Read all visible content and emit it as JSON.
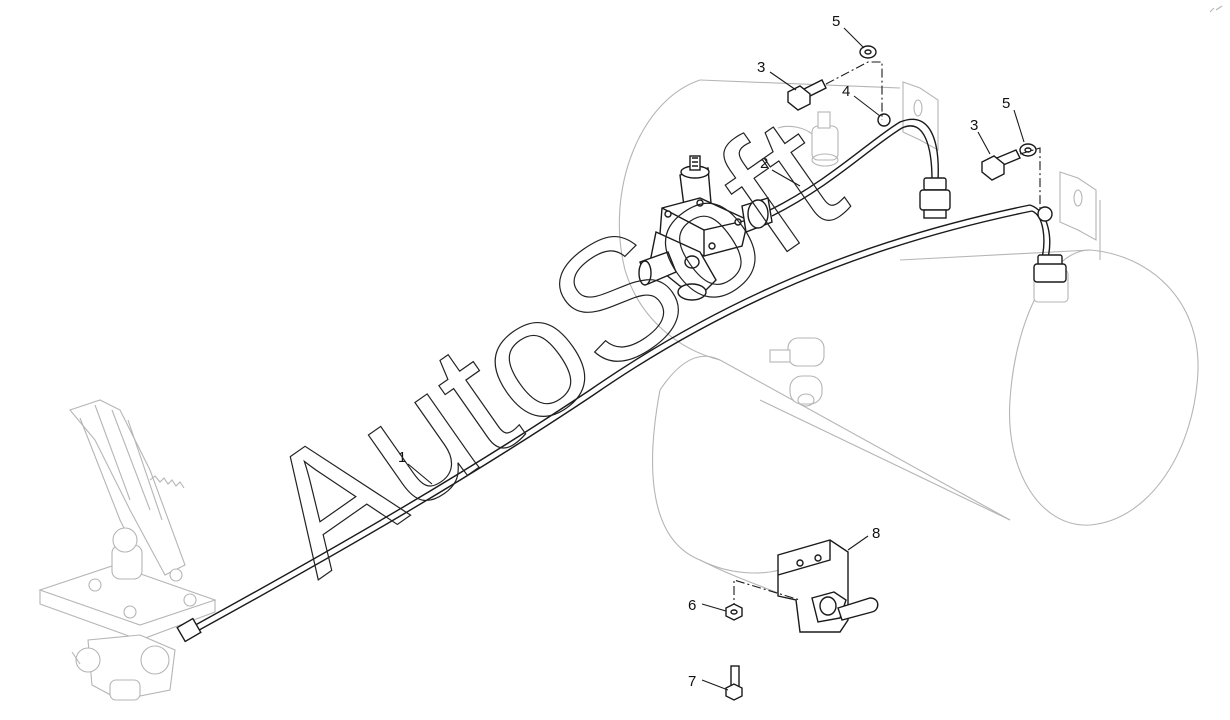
{
  "diagram": {
    "callouts": [
      {
        "id": "c1",
        "label": "1"
      },
      {
        "id": "c2",
        "label": "2"
      },
      {
        "id": "c3a",
        "label": "3"
      },
      {
        "id": "c3b",
        "label": "3"
      },
      {
        "id": "c4",
        "label": "4"
      },
      {
        "id": "c5a",
        "label": "5"
      },
      {
        "id": "c5b",
        "label": "5"
      },
      {
        "id": "c6",
        "label": "6"
      },
      {
        "id": "c7",
        "label": "7"
      },
      {
        "id": "c8",
        "label": "8"
      }
    ],
    "watermark": "AutoSoft"
  }
}
